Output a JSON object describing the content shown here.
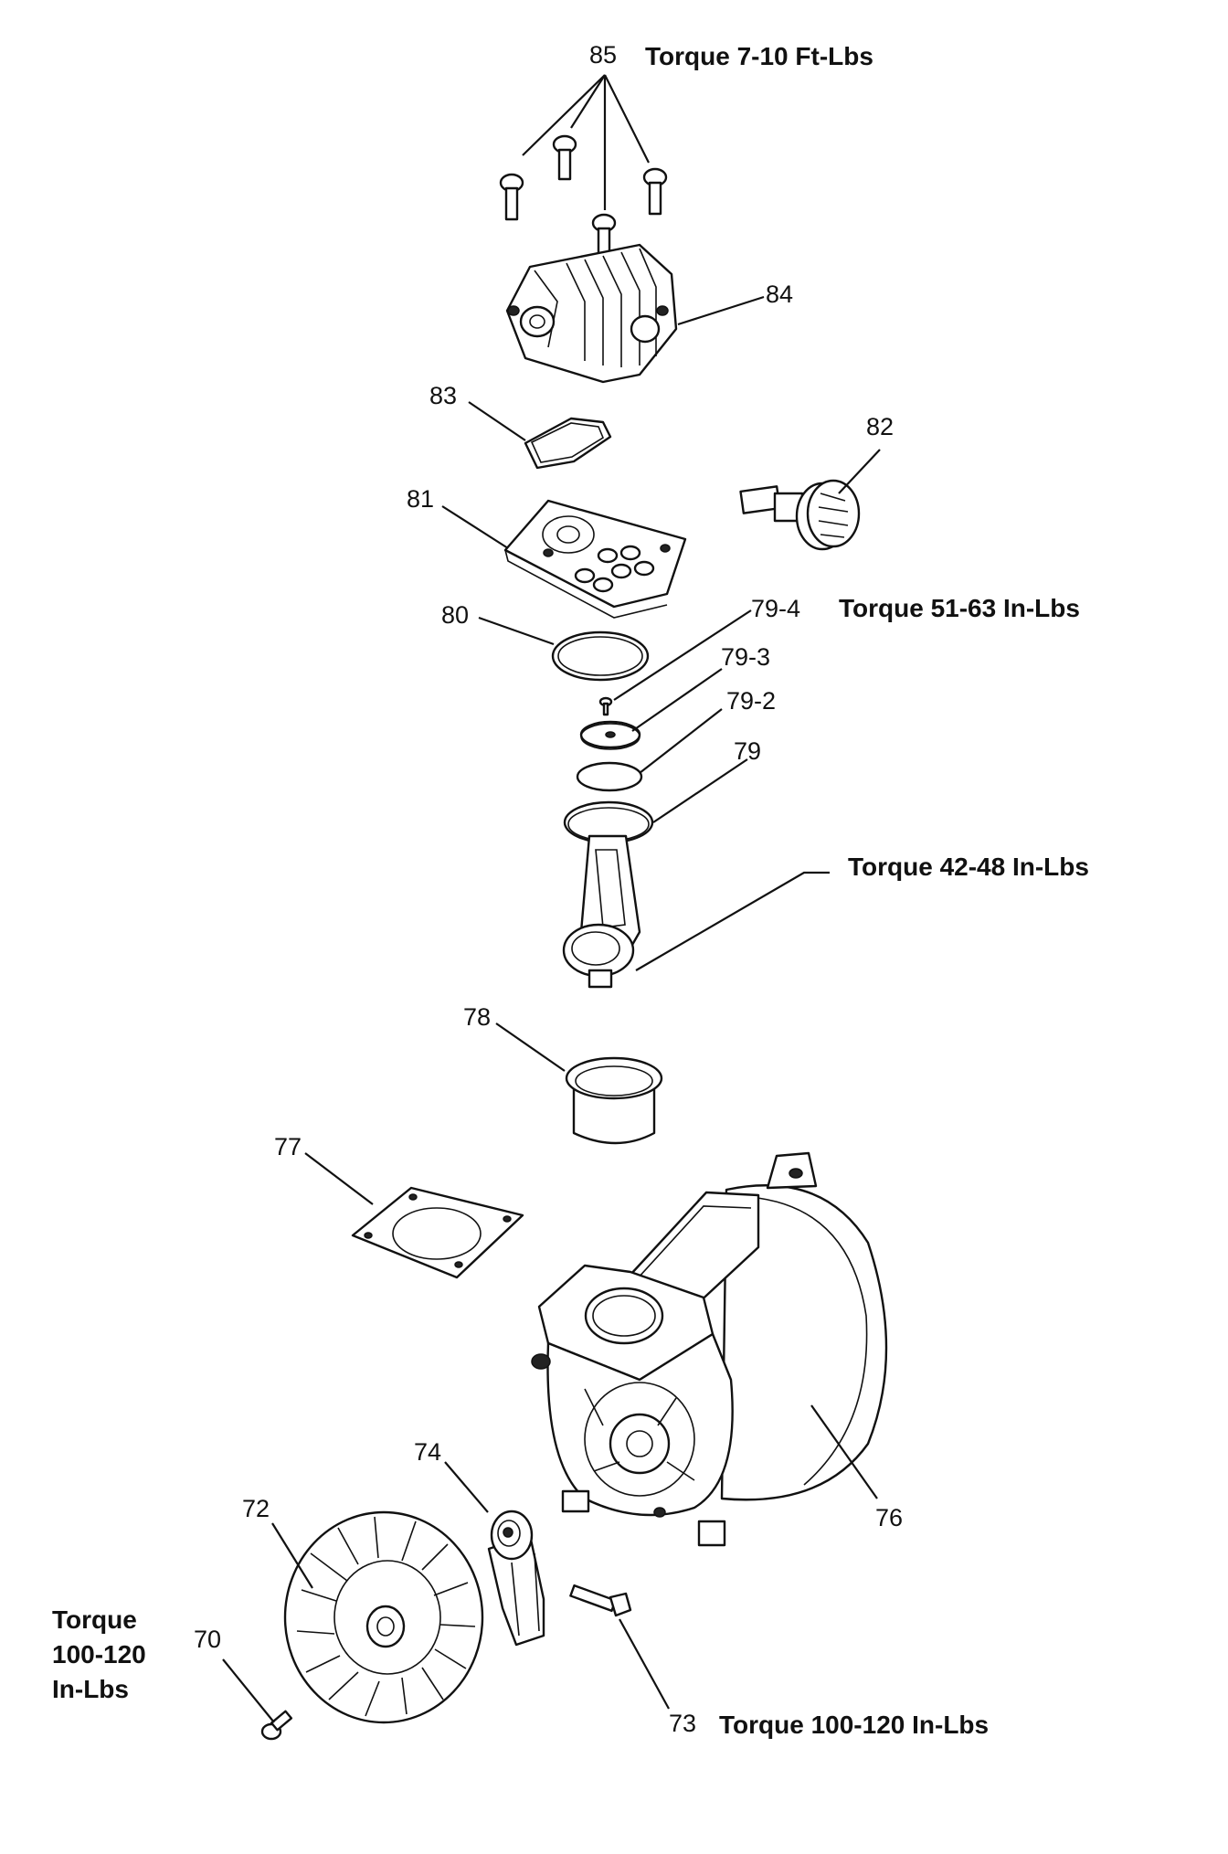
{
  "parts": {
    "p85": "85",
    "p84": "84",
    "p83": "83",
    "p82": "82",
    "p81": "81",
    "p80": "80",
    "p79_4": "79-4",
    "p79_3": "79-3",
    "p79_2": "79-2",
    "p79": "79",
    "p78": "78",
    "p77": "77",
    "p76": "76",
    "p74": "74",
    "p73": "73",
    "p72": "72",
    "p70": "70"
  },
  "torque": {
    "t85": "Torque 7-10 Ft-Lbs",
    "t79_4": "Torque 51-63 In-Lbs",
    "t79": "Torque 42-48 In-Lbs",
    "t70_line1": "Torque",
    "t70_line2": "100-120",
    "t70_line3": "In-Lbs",
    "t73": "Torque 100-120 In-Lbs"
  }
}
